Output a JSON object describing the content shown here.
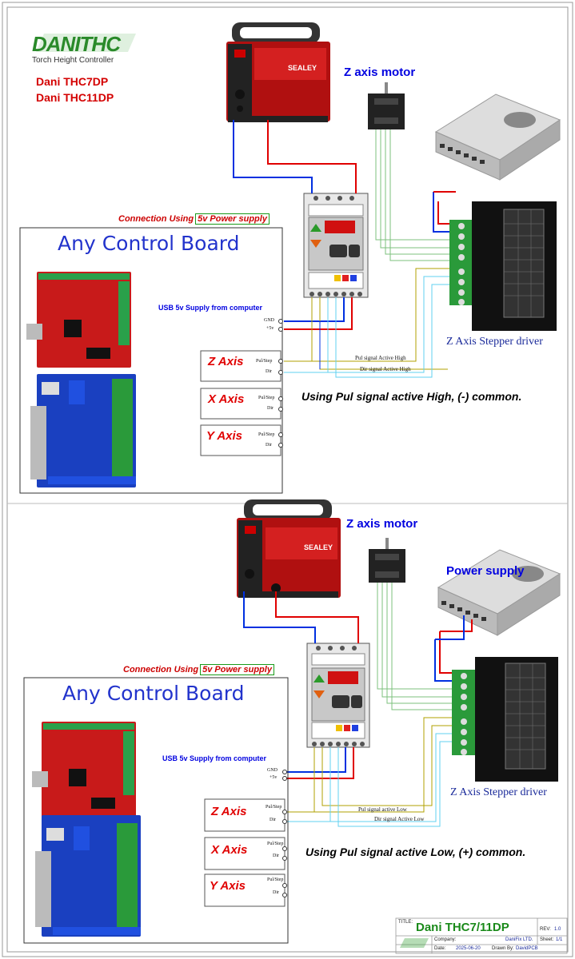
{
  "logo": {
    "brand": "DANITHC",
    "tagline": "Torch Height Controller"
  },
  "products": [
    "Dani THC7DP",
    "Dani THC11DP"
  ],
  "top": {
    "connection_label": "Connection",
    "using_label": "Using",
    "supply_label": "5v Power supply",
    "motor_label": "Z axis motor",
    "control_board_title": "Any Control Board",
    "usb_label": "USB 5v Supply from computer",
    "gnd": "GND",
    "plus5v": "+5v",
    "z_axis": "Z Axis",
    "x_axis": "X Axis",
    "y_axis": "Y Axis",
    "pul_step": "Pul/Step",
    "dir": "Dir",
    "pul_wire": "Pul signal Active High",
    "dir_wire": "Dir signal Active High",
    "driver_label": "Z Axis Stepper driver",
    "caption": "Using Pul signal active High, (-) common."
  },
  "bottom": {
    "connection_label": "Connection",
    "using_label": "Using",
    "supply_label": "5v Power supply",
    "motor_label": "Z axis motor",
    "psu_label": "Power supply",
    "control_board_title": "Any Control Board",
    "usb_label": "USB 5v Supply from computer",
    "gnd": "GND",
    "plus5v": "+5v",
    "z_axis": "Z Axis",
    "x_axis": "X Axis",
    "y_axis": "Y Axis",
    "pul_step": "Pul/Step",
    "dir": "Dir",
    "pul_wire": "Pul signal active Low",
    "dir_wire": "Dir signal Active Low",
    "driver_label": "Z Axis Stepper driver",
    "caption": "Using Pul signal active Low, (+) common."
  },
  "title_block": {
    "title_key": "TITLE:",
    "title": "Dani THC7/11DP",
    "rev_key": "REV:",
    "rev": "1.0",
    "company_key": "Company:",
    "company": "DaniFix LTD.",
    "sheet_key": "Sheet:",
    "sheet": "1/1",
    "date_key": "Date:",
    "date": "2025-06-20",
    "drawn_key": "Drawn By:",
    "drawn": "DavidPCB"
  },
  "colors": {
    "power_red": "#e00000",
    "power_blue": "#0030e0",
    "signal_green": "#7ec07e",
    "signal_olive": "#b0a000",
    "signal_cyan": "#60d0f0"
  }
}
